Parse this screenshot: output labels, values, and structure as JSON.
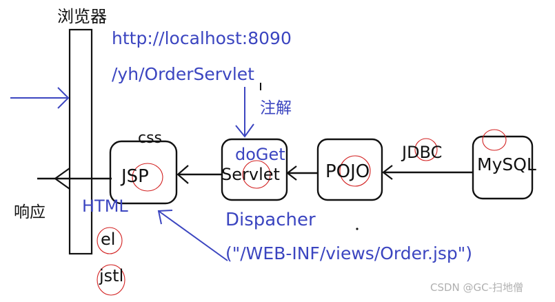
{
  "labels": {
    "browser": "浏览器",
    "response": "响应",
    "url_line1": "http://localhost:8090",
    "url_line2": "/yh/OrderServlet",
    "annotation": "注解",
    "doget": "doGet",
    "css": "css",
    "html": "HTML",
    "el": "el",
    "jstl": "jstl",
    "jsp": "JSP",
    "servlet": "Servlet",
    "pojo": "POJO",
    "mysql": "MySQL",
    "jdbc": "JDBC",
    "dispatcher": "Dispacher",
    "dispatcher_path": "(\"/WEB-INF/views/Order.jsp\")",
    "watermark": "CSDN @GC-扫地僧"
  },
  "colors": {
    "ink": "#111111",
    "blue": "#3b45c0",
    "red_circle": "#d21f1f",
    "watermark": "#b0b0b0"
  }
}
